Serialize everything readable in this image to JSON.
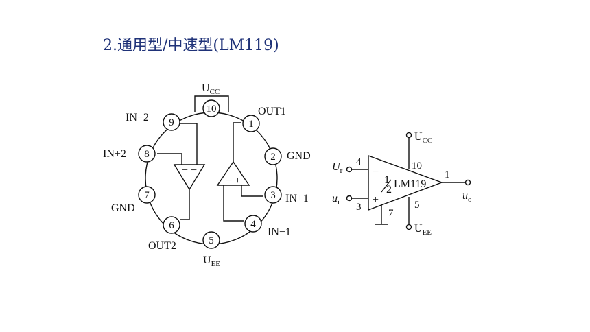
{
  "title": "2.通用型/中速型(LM119)",
  "package": {
    "top_label": "U",
    "top_label_sub": "CC",
    "bottom_label": "U",
    "bottom_label_sub": "EE",
    "pins": [
      {
        "num": "1",
        "name": "OUT1"
      },
      {
        "num": "2",
        "name": "GND"
      },
      {
        "num": "3",
        "name": "IN+1"
      },
      {
        "num": "4",
        "name": "IN−1"
      },
      {
        "num": "5",
        "name": ""
      },
      {
        "num": "6",
        "name": "OUT2"
      },
      {
        "num": "7",
        "name": "GND"
      },
      {
        "num": "8",
        "name": "IN+2"
      },
      {
        "num": "9",
        "name": "IN−2"
      },
      {
        "num": "10",
        "name": ""
      }
    ],
    "left_comparator_signs": "+ −",
    "right_comparator_signs": "− +"
  },
  "symbol": {
    "ucc": "U",
    "ucc_sub": "CC",
    "uee": "U",
    "uee_sub": "EE",
    "ur": "U",
    "ur_sub": "r",
    "ui": "u",
    "ui_sub": "i",
    "uo": "u",
    "uo_sub": "o",
    "pin_inv": "4",
    "pin_noninv": "3",
    "pin_ucc": "10",
    "pin_uee": "5",
    "pin_gnd": "7",
    "pin_out": "1",
    "minus": "−",
    "plus": "+",
    "half_num": "1",
    "half_den": "2",
    "part": "LM119"
  }
}
